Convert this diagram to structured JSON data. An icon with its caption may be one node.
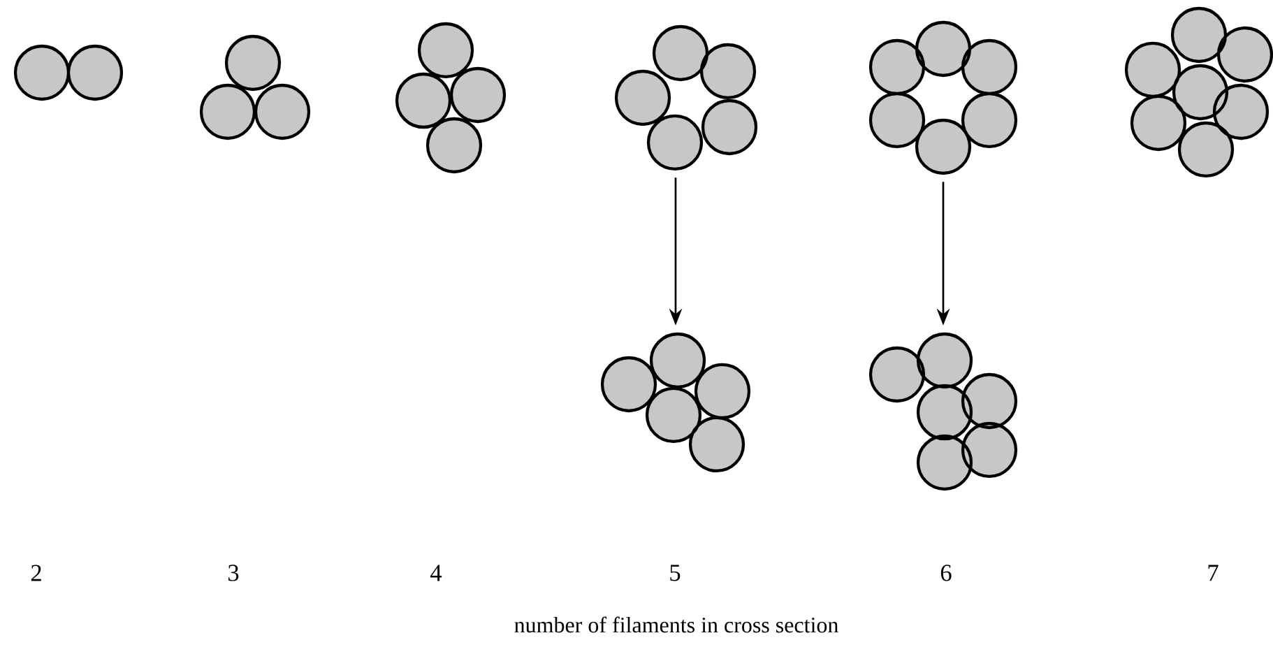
{
  "diagram": {
    "caption": "number of filaments in cross section",
    "nodes": [
      {
        "text": [],
        "shape": "circle"
      },
      {
        "text": [],
        "shape": "circle"
      },
      {
        "text": [],
        "shape": "circle"
      },
      {
        "text": [],
        "shape": "circle"
      },
      {
        "text": [],
        "shape": "circle"
      },
      {
        "text": [],
        "shape": "circle"
      },
      {
        "text": [],
        "shape": "circle"
      },
      {
        "text": [],
        "shape": "circle"
      }
    ],
    "edges": [
      {
        "from": 3,
        "to": 6,
        "arrow": "to"
      },
      {
        "from": 4,
        "to": 7,
        "arrow": "to"
      }
    ],
    "labels": [
      "2",
      "3",
      "4",
      "5",
      "6",
      "7"
    ]
  }
}
